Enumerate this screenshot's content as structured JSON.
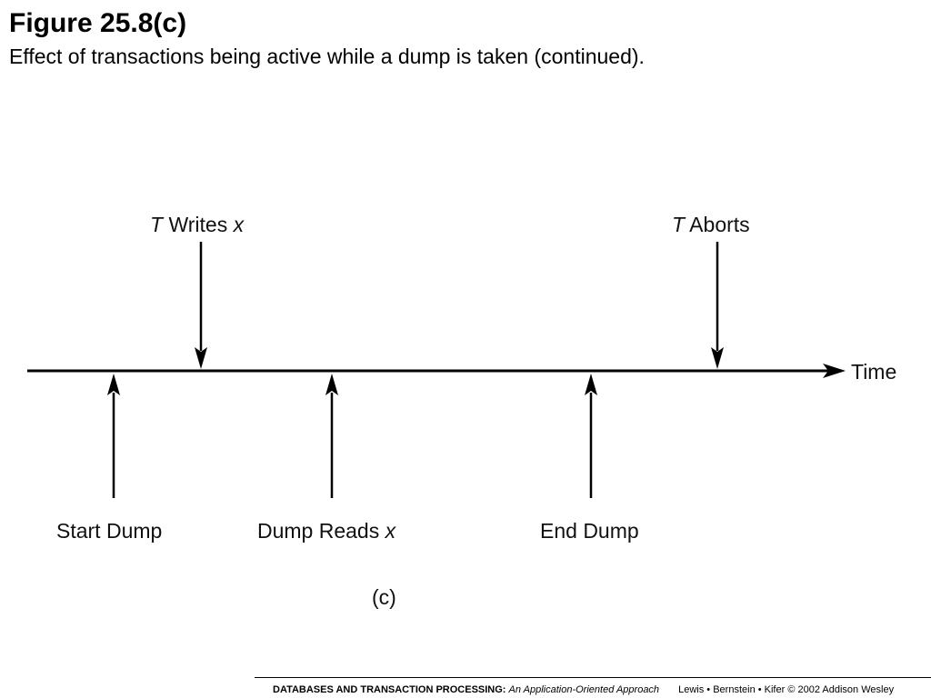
{
  "figure": {
    "title": "Figure 25.8(c)",
    "caption": "Effect of transactions being active while a dump is taken (continued)."
  },
  "diagram": {
    "axis_label": "Time",
    "events_above": [
      {
        "italic": "T",
        "rest": " Writes ",
        "tail": "x"
      },
      {
        "italic": "T",
        "rest": " Aborts",
        "tail": ""
      }
    ],
    "events_below": [
      {
        "text": "Start Dump",
        "tail": ""
      },
      {
        "text": "Dump Reads ",
        "tail": "x"
      },
      {
        "text": "End Dump",
        "tail": ""
      }
    ],
    "panel_label": "(c)"
  },
  "footer": {
    "book": "DATABASES AND TRANSACTION PROCESSING:",
    "subtitle": "An Application-Oriented Approach",
    "credit": "Lewis • Bernstein • Kifer © 2002  Addison Wesley"
  }
}
